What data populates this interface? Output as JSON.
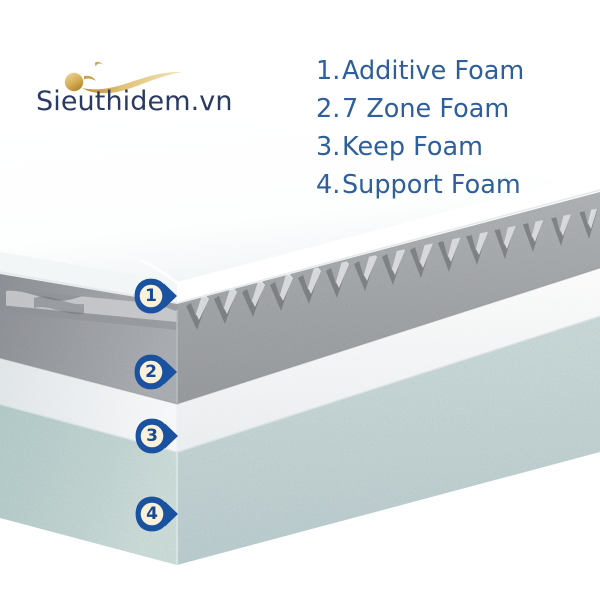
{
  "brand": {
    "name": "Sieuthidem.vn",
    "logo_mark": "swoosh-person-icon",
    "mark_color": "#c9a23f",
    "wordmark_color": "#2b3a62"
  },
  "legend": {
    "text_color": "#2e5f9b",
    "items": [
      {
        "num": "1.",
        "label": "Additive Foam"
      },
      {
        "num": "2.",
        "label": "7 Zone Foam"
      },
      {
        "num": "3.",
        "label": "Keep Foam"
      },
      {
        "num": "4.",
        "label": "Support Foam"
      }
    ]
  },
  "badges": [
    {
      "num": "1",
      "layer": "Additive Foam"
    },
    {
      "num": "2",
      "layer": "7 Zone Foam"
    },
    {
      "num": "3",
      "layer": "Keep Foam"
    },
    {
      "num": "4",
      "layer": "Support Foam"
    }
  ],
  "badge_style": {
    "ring_color": "#1b52a0",
    "fill_color": "#fbf1db",
    "number_color": "#184a92"
  },
  "mattress": {
    "view": "angled-corner-cutaway",
    "layers": [
      {
        "name": "Additive Foam",
        "id": "top-cover",
        "color": "#ffffff",
        "texture": "smooth-white-cover"
      },
      {
        "name": "7 Zone Foam",
        "id": "wave-foam",
        "color": "#a9abae",
        "texture": "egg-crate-sawtooth"
      },
      {
        "name": "Keep Foam",
        "id": "white-foam",
        "color": "#f7f9fa",
        "texture": "smooth-foam"
      },
      {
        "name": "Support Foam",
        "id": "base-foam",
        "color": "#c3d6d6",
        "texture": "speckled-foam"
      }
    ],
    "background": "#ffffff"
  }
}
